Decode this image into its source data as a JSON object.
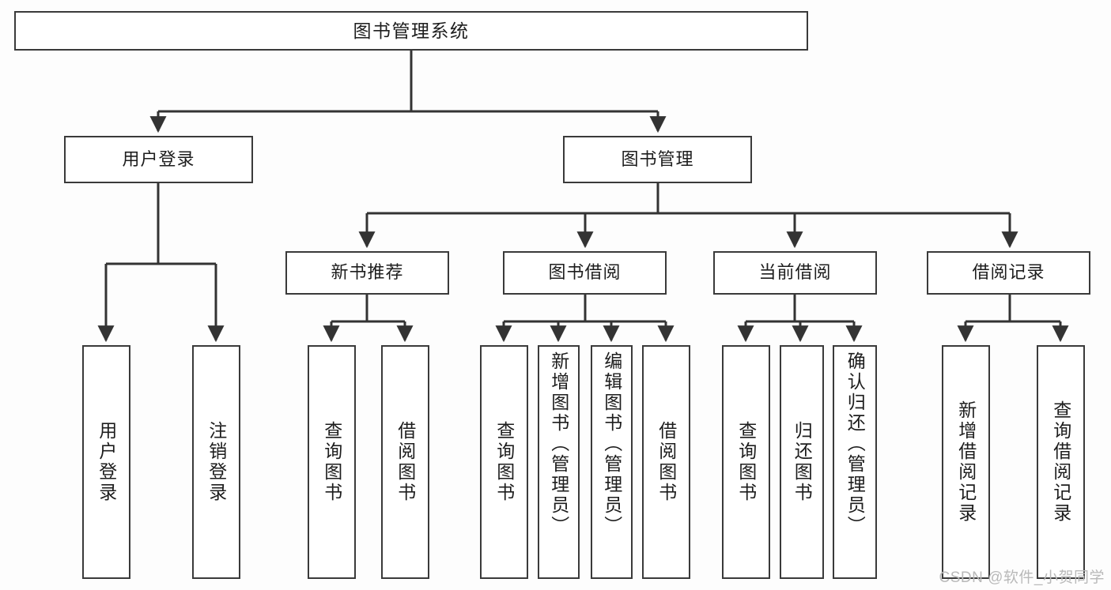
{
  "diagram": {
    "type": "tree",
    "title": "图书管理系统",
    "watermark": "CSDN @软件_小贺同学",
    "colors": {
      "background": "#fdfdfd",
      "node_fill": "#ffffff",
      "node_border": "#3a3a3a",
      "edge": "#333333",
      "text": "#1d1d1d",
      "watermark": "#b9b9b9"
    },
    "levels": {
      "root": "图书管理系统",
      "tier2": [
        "用户登录",
        "图书管理"
      ],
      "tier3": [
        "新书推荐",
        "图书借阅",
        "当前借阅",
        "借阅记录"
      ]
    },
    "nodes": {
      "root": {
        "label": "图书管理系统"
      },
      "user_login": {
        "label": "用户登录"
      },
      "book_manage": {
        "label": "图书管理"
      },
      "new_book_rec": {
        "label": "新书推荐"
      },
      "book_borrow": {
        "label": "图书借阅"
      },
      "current_borrow": {
        "label": "当前借阅"
      },
      "borrow_record": {
        "label": "借阅记录"
      },
      "leaf_user_login": {
        "label": "用户登录"
      },
      "leaf_logout": {
        "label": "注销登录"
      },
      "leaf_query_book_1": {
        "label": "查询图书"
      },
      "leaf_borrow_book_1": {
        "label": "借阅图书"
      },
      "leaf_query_book_2": {
        "label": "查询图书"
      },
      "leaf_add_book": {
        "label": "新增图书（管理员）"
      },
      "leaf_edit_book": {
        "label": "编辑图书（管理员）"
      },
      "leaf_borrow_book_2": {
        "label": "借阅图书"
      },
      "leaf_query_book_3": {
        "label": "查询图书"
      },
      "leaf_return_book": {
        "label": "归还图书"
      },
      "leaf_confirm_return": {
        "label": "确认归还（管理员）"
      },
      "leaf_add_record": {
        "label": "新增借阅记录"
      },
      "leaf_query_record": {
        "label": "查询借阅记录"
      }
    },
    "edges": [
      {
        "from": "root",
        "to": "user_login"
      },
      {
        "from": "root",
        "to": "book_manage"
      },
      {
        "from": "user_login",
        "to": "leaf_user_login"
      },
      {
        "from": "user_login",
        "to": "leaf_logout"
      },
      {
        "from": "book_manage",
        "to": "new_book_rec"
      },
      {
        "from": "book_manage",
        "to": "book_borrow"
      },
      {
        "from": "book_manage",
        "to": "current_borrow"
      },
      {
        "from": "book_manage",
        "to": "borrow_record"
      },
      {
        "from": "new_book_rec",
        "to": "leaf_query_book_1"
      },
      {
        "from": "new_book_rec",
        "to": "leaf_borrow_book_1"
      },
      {
        "from": "book_borrow",
        "to": "leaf_query_book_2"
      },
      {
        "from": "book_borrow",
        "to": "leaf_add_book"
      },
      {
        "from": "book_borrow",
        "to": "leaf_edit_book"
      },
      {
        "from": "book_borrow",
        "to": "leaf_borrow_book_2"
      },
      {
        "from": "current_borrow",
        "to": "leaf_query_book_3"
      },
      {
        "from": "current_borrow",
        "to": "leaf_return_book"
      },
      {
        "from": "current_borrow",
        "to": "leaf_confirm_return"
      },
      {
        "from": "borrow_record",
        "to": "leaf_add_record"
      },
      {
        "from": "borrow_record",
        "to": "leaf_query_record"
      }
    ]
  }
}
